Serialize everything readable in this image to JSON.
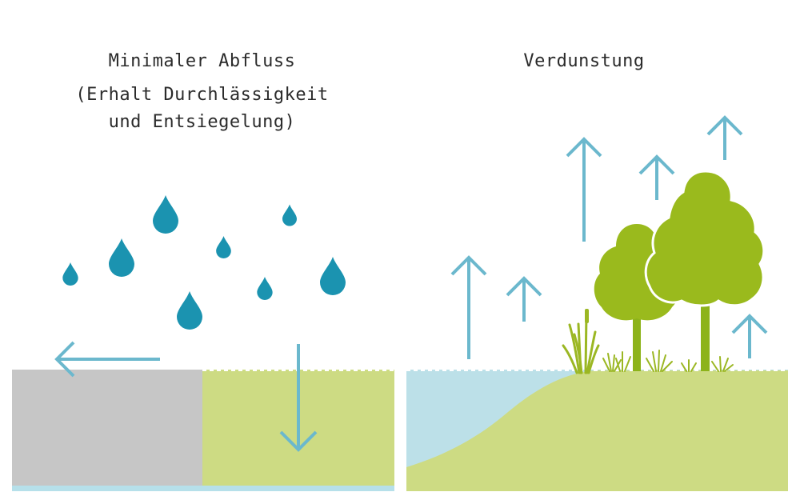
{
  "panels": {
    "left": {
      "title_line1": "Minimaler Abfluss",
      "title_line2": "(Erhalt Durchlässigkeit",
      "title_line3": "und Entsiegelung)"
    },
    "right": {
      "title": "Verdunstung"
    }
  },
  "colors": {
    "water_drop": "#1b93b0",
    "arrow": "#6bb8cd",
    "sealed_surface": "#c6c6c6",
    "unsealed_soil": "#cddb83",
    "groundwater": "#b6e0ea",
    "water_body": "#bce0e8",
    "tree_crown": "#9aba1d",
    "tree_trunk": "#8db31a",
    "reed": "#9bb723"
  }
}
